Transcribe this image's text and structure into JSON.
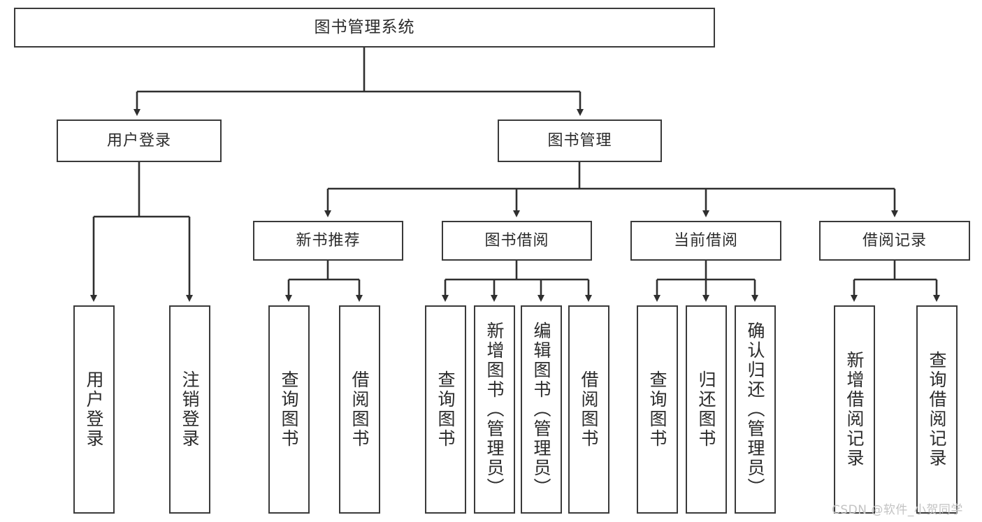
{
  "diagram": {
    "title": "图书管理系统",
    "type": "tree-hierarchy-diagram",
    "watermark": "CSDN @软件_小贺同学",
    "colors": {
      "box_border": "#3a3a3a",
      "box_fill": "#ffffff",
      "connector": "#2f2f2f",
      "text": "#2b2b2b",
      "watermark": "#c3c3c3"
    },
    "root": {
      "label": "图书管理系统"
    },
    "level2": [
      {
        "label": "用户登录"
      },
      {
        "label": "图书管理"
      }
    ],
    "level3": [
      {
        "label": "新书推荐"
      },
      {
        "label": "图书借阅"
      },
      {
        "label": "当前借阅"
      },
      {
        "label": "借阅记录"
      }
    ],
    "leaves": {
      "user_login": [
        {
          "label": "用户登录"
        },
        {
          "label": "注销登录"
        }
      ],
      "new_book_recommend": [
        {
          "label": "查询图书"
        },
        {
          "label": "借阅图书"
        }
      ],
      "book_borrow": [
        {
          "label": "查询图书"
        },
        {
          "label": "新增图书（管理员）"
        },
        {
          "label": "编辑图书（管理员）"
        },
        {
          "label": "借阅图书"
        }
      ],
      "current_borrow": [
        {
          "label": "查询图书"
        },
        {
          "label": "归还图书"
        },
        {
          "label": "确认归还（管理员）"
        }
      ],
      "borrow_record": [
        {
          "label": "新增借阅记录"
        },
        {
          "label": "查询借阅记录"
        }
      ]
    }
  }
}
